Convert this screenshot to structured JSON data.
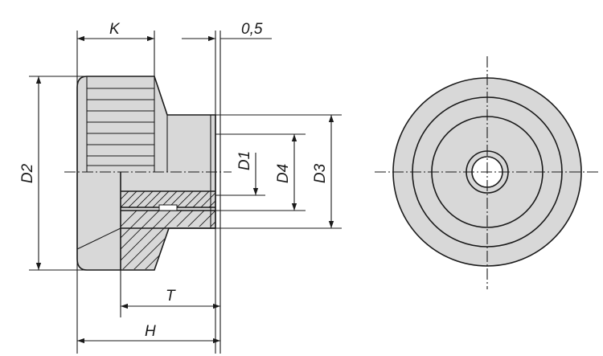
{
  "drawing": {
    "labels": {
      "K": "K",
      "offset": "0,5",
      "D1": "D1",
      "D2": "D2",
      "D3": "D3",
      "D4": "D4",
      "T": "T",
      "H": "H"
    }
  }
}
